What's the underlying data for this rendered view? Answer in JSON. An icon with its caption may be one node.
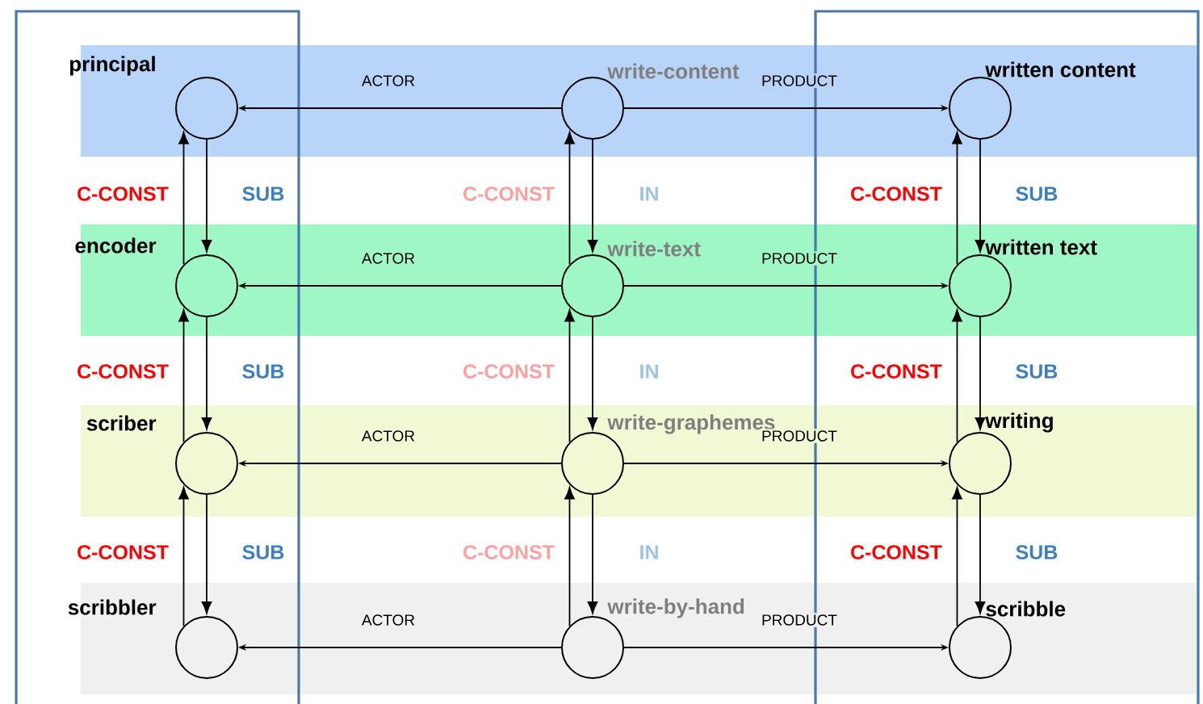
{
  "diagram": {
    "nodes": [
      {
        "text": [
          "principal"
        ]
      },
      {
        "text": [
          "write-content"
        ]
      },
      {
        "text": [
          "written content"
        ]
      },
      {
        "text": [
          "encoder"
        ]
      },
      {
        "text": [
          "write-text"
        ]
      },
      {
        "text": [
          "written text"
        ]
      },
      {
        "text": [
          "scriber"
        ]
      },
      {
        "text": [
          "write-graphemes"
        ]
      },
      {
        "text": [
          "writing"
        ]
      },
      {
        "text": [
          "scribbler"
        ]
      },
      {
        "text": [
          "write-by-hand"
        ]
      },
      {
        "text": [
          "scribble"
        ]
      }
    ],
    "edges": [
      {
        "from": 1,
        "to": 0,
        "arrow": "to",
        "label": "ACTOR"
      },
      {
        "from": 1,
        "to": 2,
        "arrow": "to",
        "label": "PRODUCT"
      },
      {
        "from": 4,
        "to": 3,
        "arrow": "to",
        "label": "ACTOR"
      },
      {
        "from": 4,
        "to": 5,
        "arrow": "to",
        "label": "PRODUCT"
      },
      {
        "from": 7,
        "to": 6,
        "arrow": "to",
        "label": "ACTOR"
      },
      {
        "from": 7,
        "to": 8,
        "arrow": "to",
        "label": "PRODUCT"
      },
      {
        "from": 10,
        "to": 9,
        "arrow": "to",
        "label": "ACTOR"
      },
      {
        "from": 10,
        "to": 11,
        "arrow": "to",
        "label": "PRODUCT"
      },
      {
        "from": 3,
        "to": 0,
        "arrow": "to",
        "label": "C-CONST"
      },
      {
        "from": 0,
        "to": 3,
        "arrow": "to",
        "label": "SUB"
      },
      {
        "from": 4,
        "to": 1,
        "arrow": "to",
        "label": "C-CONST"
      },
      {
        "from": 1,
        "to": 4,
        "arrow": "to",
        "label": "IN"
      },
      {
        "from": 5,
        "to": 2,
        "arrow": "to",
        "label": "C-CONST"
      },
      {
        "from": 2,
        "to": 5,
        "arrow": "to",
        "label": "SUB"
      },
      {
        "from": 6,
        "to": 3,
        "arrow": "to",
        "label": "C-CONST"
      },
      {
        "from": 3,
        "to": 6,
        "arrow": "to",
        "label": "SUB"
      },
      {
        "from": 7,
        "to": 4,
        "arrow": "to",
        "label": "C-CONST"
      },
      {
        "from": 4,
        "to": 7,
        "arrow": "to",
        "label": "IN"
      },
      {
        "from": 8,
        "to": 5,
        "arrow": "to",
        "label": "C-CONST"
      },
      {
        "from": 5,
        "to": 8,
        "arrow": "to",
        "label": "SUB"
      },
      {
        "from": 9,
        "to": 6,
        "arrow": "to",
        "label": "C-CONST"
      },
      {
        "from": 6,
        "to": 9,
        "arrow": "to",
        "label": "SUB"
      },
      {
        "from": 10,
        "to": 7,
        "arrow": "to",
        "label": "C-CONST"
      },
      {
        "from": 7,
        "to": 10,
        "arrow": "to",
        "label": "IN"
      },
      {
        "from": 11,
        "to": 8,
        "arrow": "to",
        "label": "C-CONST"
      },
      {
        "from": 8,
        "to": 11,
        "arrow": "to",
        "label": "SUB"
      }
    ]
  }
}
